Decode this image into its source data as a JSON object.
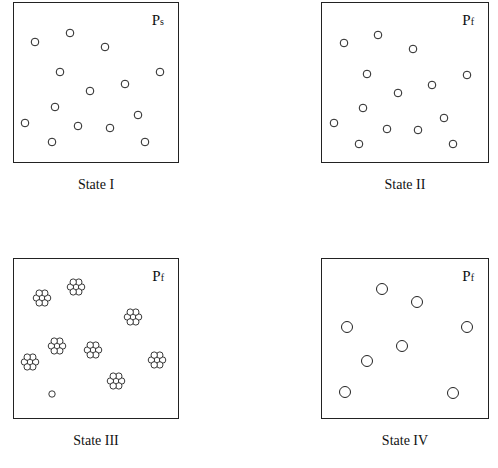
{
  "diagram": {
    "nodes": [
      {
        "text": [
          "Ps",
          "State I"
        ]
      },
      {
        "text": [
          "Pf",
          "State II"
        ]
      },
      {
        "text": [
          "Pf",
          "State III"
        ]
      },
      {
        "text": [
          "Pf",
          "State IV"
        ]
      }
    ]
  }
}
